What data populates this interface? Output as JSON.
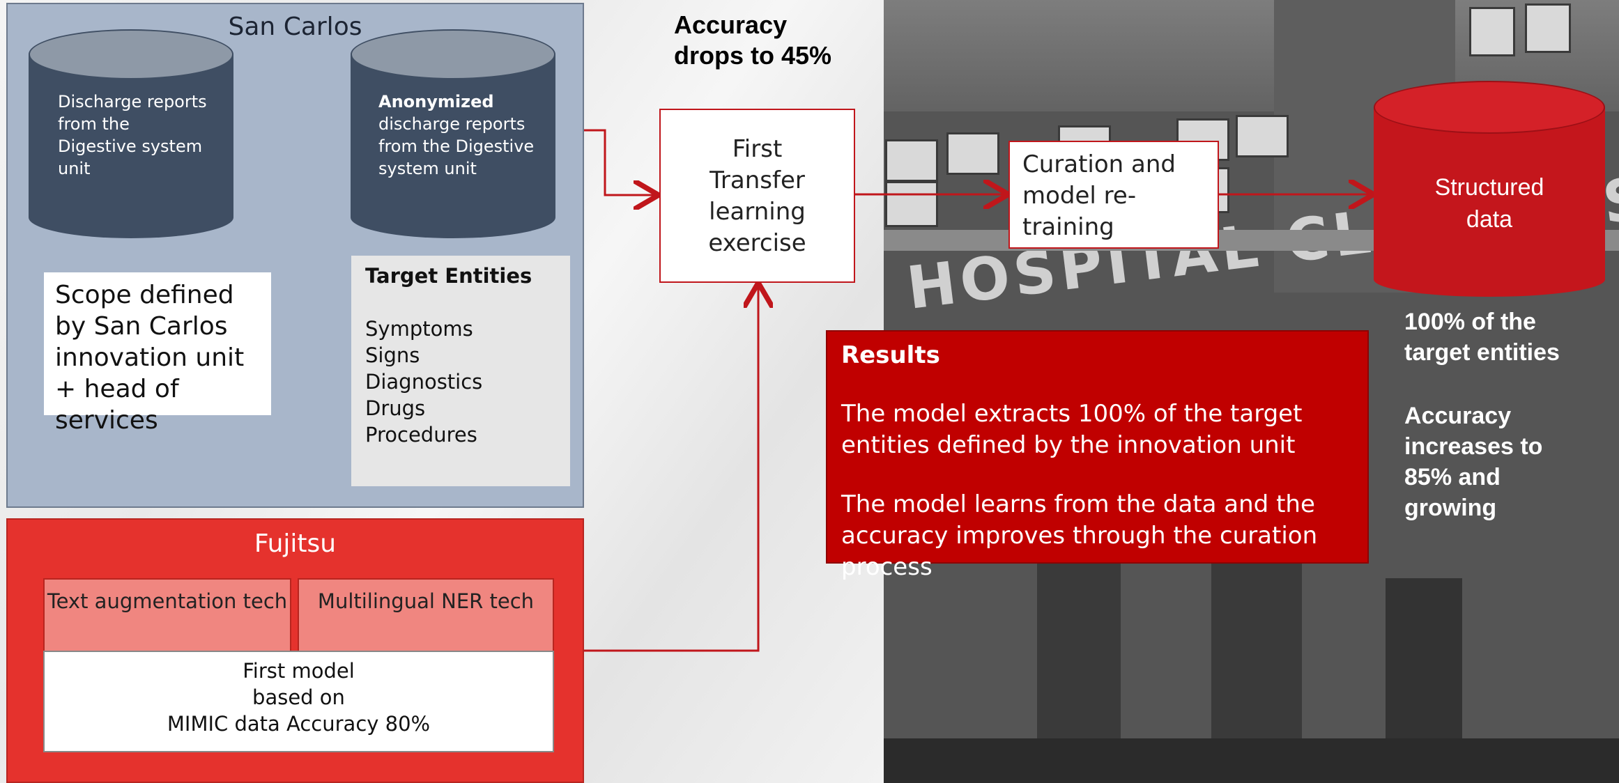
{
  "san_carlos": {
    "title": "San Carlos",
    "db_source_label": "Discharge reports from the Digestive system unit",
    "db_anon_bold": "Anonymized",
    "db_anon_rest": "discharge reports from the Digestive system unit",
    "scope_text": "Scope defined by San Carlos innovation unit + head of services",
    "target_entities_title": "Target Entities",
    "target_entities": [
      "Symptoms",
      "Signs",
      "Diagnostics",
      "Drugs",
      "Procedures"
    ]
  },
  "fujitsu": {
    "title": "Fujitsu",
    "tech_left": "Text augmentation tech",
    "tech_right": "Multilingual NER tech",
    "model_lines": [
      "First model",
      "based on",
      "MIMIC data Accuracy 80%"
    ]
  },
  "flow": {
    "accuracy_drop": "Accuracy drops to 45%",
    "transfer_box": "First Transfer learning exercise",
    "curation_box": "Curation and model re-training",
    "structured_line1": "Structured",
    "structured_line2": "data"
  },
  "results": {
    "title": "Results",
    "point1": "The model extracts 100% of the target entities defined by the innovation unit",
    "point2": "The model learns from the data and the accuracy improves through the curation process"
  },
  "stats": {
    "coverage": "100% of the target entities",
    "accuracy": "Accuracy increases to 85% and growing"
  },
  "colors": {
    "accent_red": "#c00000",
    "fujitsu_red": "#e5322d",
    "panel_blue": "#a8b6ca",
    "db_dark": "#3f4e63"
  }
}
